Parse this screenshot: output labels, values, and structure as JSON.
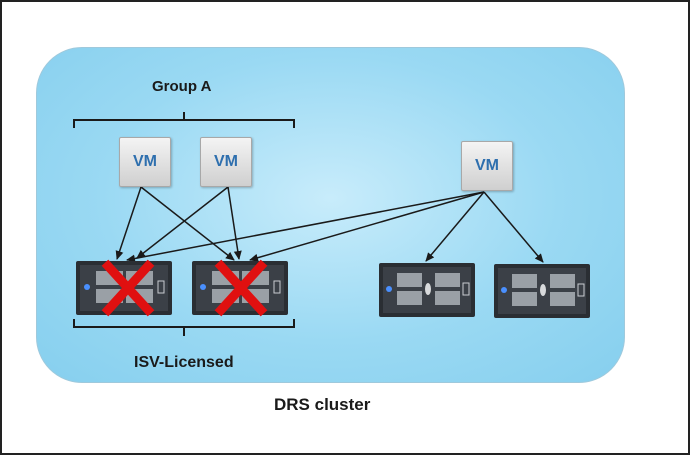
{
  "labels": {
    "group": "Group A",
    "licensed": "ISV-Licensed",
    "cluster": "DRS cluster"
  },
  "vms": [
    {
      "label": "VM"
    },
    {
      "label": "VM"
    },
    {
      "label": "VM"
    }
  ],
  "servers": [
    {
      "blocked": true
    },
    {
      "blocked": true
    },
    {
      "blocked": false
    },
    {
      "blocked": false
    }
  ],
  "colors": {
    "cluster_fill": "#9ad9f3",
    "vm_text": "#2e6fae",
    "blocked_x": "#e01010",
    "arrow": "#1a1a1a"
  }
}
